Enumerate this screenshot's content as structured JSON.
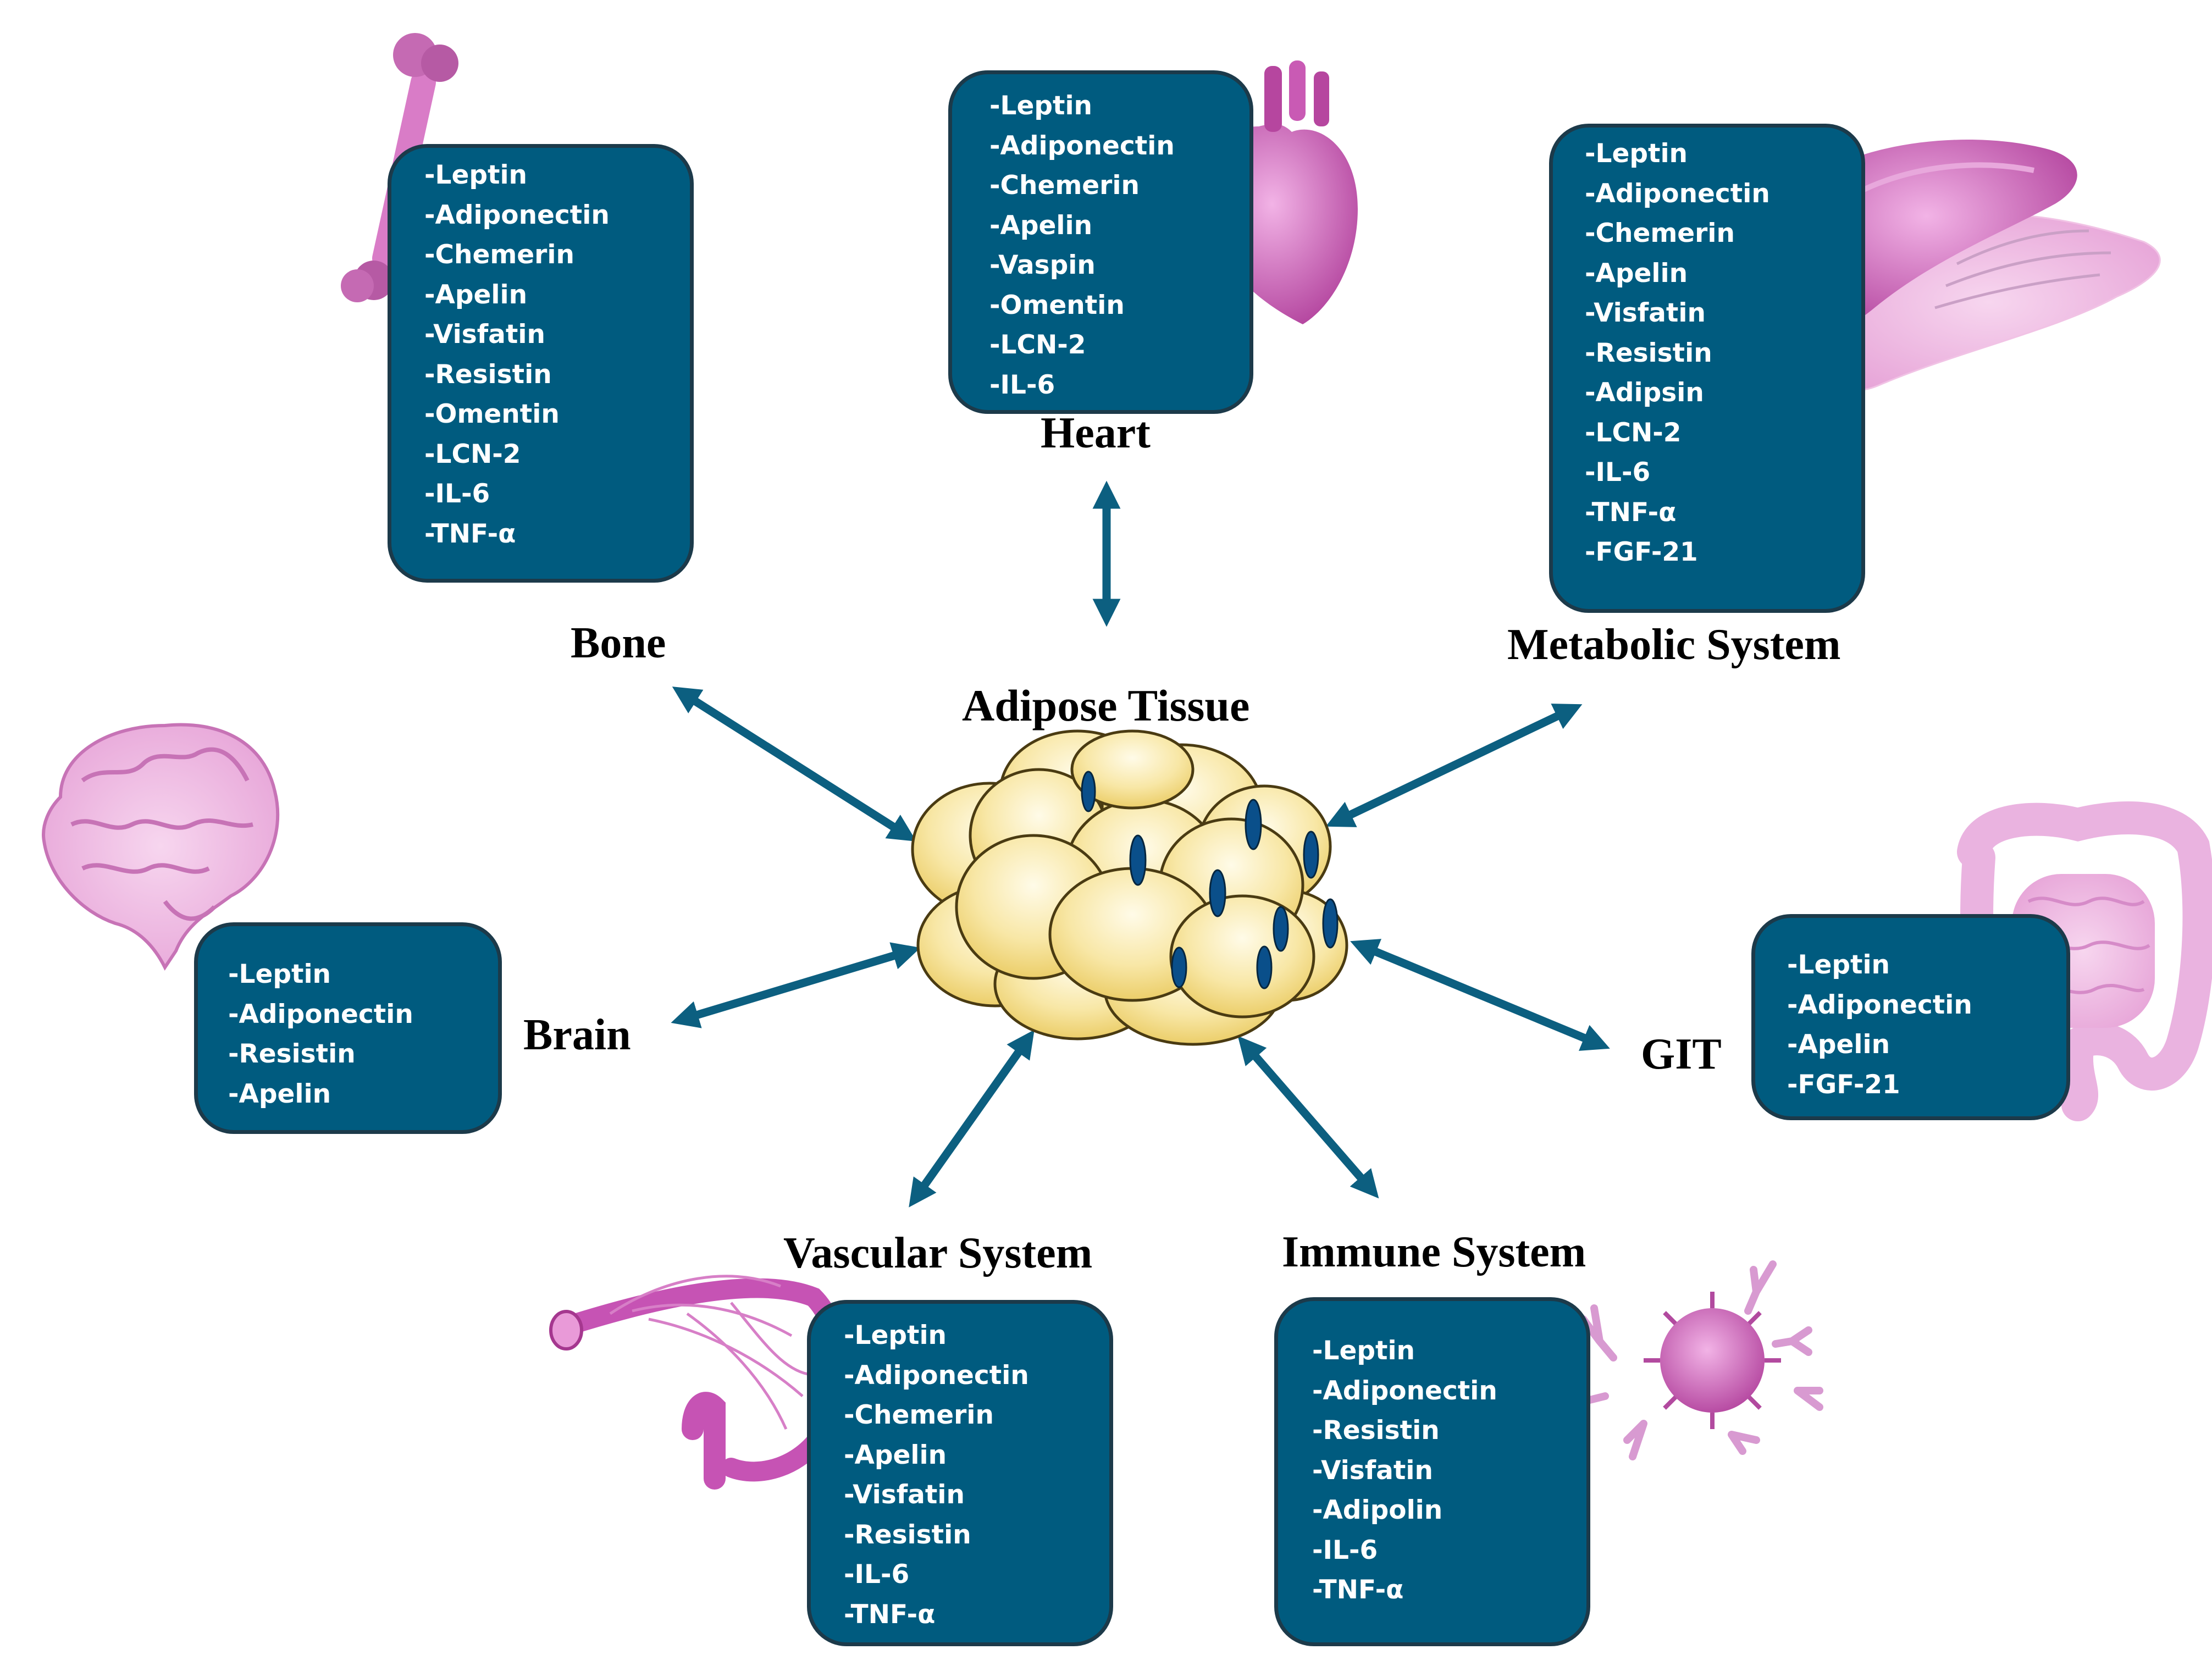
{
  "center": {
    "label": "Adipose Tissue"
  },
  "organs": {
    "bone": {
      "label": "Bone",
      "icon": "bone-icon",
      "items": [
        "-Leptin",
        "-Adiponectin",
        "-Chemerin",
        "-Apelin",
        "-Visfatin",
        "-Resistin",
        "-Omentin",
        "-LCN-2",
        "-IL-6",
        "-TNF-α"
      ]
    },
    "heart": {
      "label": "Heart",
      "icon": "heart-icon",
      "items": [
        "-Leptin",
        "-Adiponectin",
        "-Chemerin",
        "-Apelin",
        "-Vaspin",
        "-Omentin",
        "-LCN-2",
        "-IL-6"
      ]
    },
    "metabolic": {
      "label": "Metabolic System",
      "icon": "liver-muscle-icon",
      "items": [
        "-Leptin",
        "-Adiponectin",
        "-Chemerin",
        "-Apelin",
        "-Visfatin",
        "-Resistin",
        "-Adipsin",
        "-LCN-2",
        "-IL-6",
        "-TNF-α",
        "-FGF-21"
      ]
    },
    "brain": {
      "label": "Brain",
      "icon": "brain-icon",
      "items": [
        "-Leptin",
        "-Adiponectin",
        "-Resistin",
        "-Apelin"
      ]
    },
    "git": {
      "label": "GIT",
      "icon": "intestine-icon",
      "items": [
        "-Leptin",
        "-Adiponectin",
        "-Apelin",
        "-FGF-21"
      ]
    },
    "vascular": {
      "label": "Vascular System",
      "icon": "blood-vessel-icon",
      "items": [
        "-Leptin",
        "-Adiponectin",
        "-Chemerin",
        "-Apelin",
        "-Visfatin",
        "-Resistin",
        "-IL-6",
        "-TNF-α"
      ]
    },
    "immune": {
      "label": "Immune System",
      "icon": "virus-antibody-icon",
      "items": [
        "-Leptin",
        "-Adiponectin",
        "-Resistin",
        "-Visfatin",
        "-Adipolin",
        "-IL-6",
        "-TNF-α"
      ]
    }
  },
  "colors": {
    "box_fill": "#005b7f",
    "box_border": "#1c3a4a",
    "arrow": "#0c5f80",
    "organ_pink": "#c45ab5",
    "fat_cell": "#f3df8e",
    "nucleus": "#0a4f8a"
  }
}
